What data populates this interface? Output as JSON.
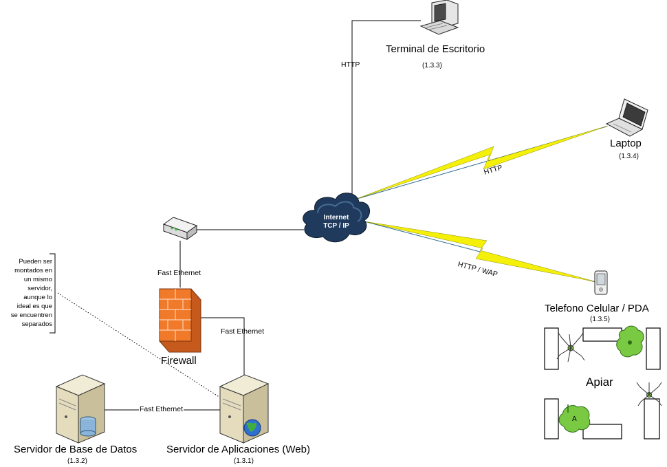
{
  "nodes": {
    "desktop": {
      "name": "Terminal de Escritorio",
      "code": "(1.3.3)"
    },
    "laptop": {
      "name": "Laptop",
      "code": "(1.3.4)"
    },
    "phone": {
      "name": "Telefono Celular / PDA",
      "code": "(1.3.5)"
    },
    "internet": {
      "line1": "Internet",
      "line2": "TCP / IP"
    },
    "firewall": {
      "name": "Firewall"
    },
    "app_server": {
      "name": "Servidor de Aplicaciones (Web)",
      "code": "(1.3.1)"
    },
    "db_server": {
      "name": "Servidor de Base de Datos",
      "code": "(1.3.2)"
    }
  },
  "links": {
    "desktop_http": "HTTP",
    "laptop_http": "HTTP",
    "phone_http_wap": "HTTP / WAP",
    "router_firewall": "Fast Ethernet",
    "firewall_app": "Fast Ethernet",
    "db_app": "Fast Ethernet"
  },
  "note": "Pueden ser montados en un mismo servidor, aunque lo ideal es que se encuentren separados",
  "floorplan": {
    "title": "Apiar",
    "tree_letter": "A"
  },
  "colors": {
    "lightning": "#f5f00a",
    "cloud": "#1f3a5c",
    "firewall": "#f07a2a",
    "tree": "#7ac943"
  }
}
